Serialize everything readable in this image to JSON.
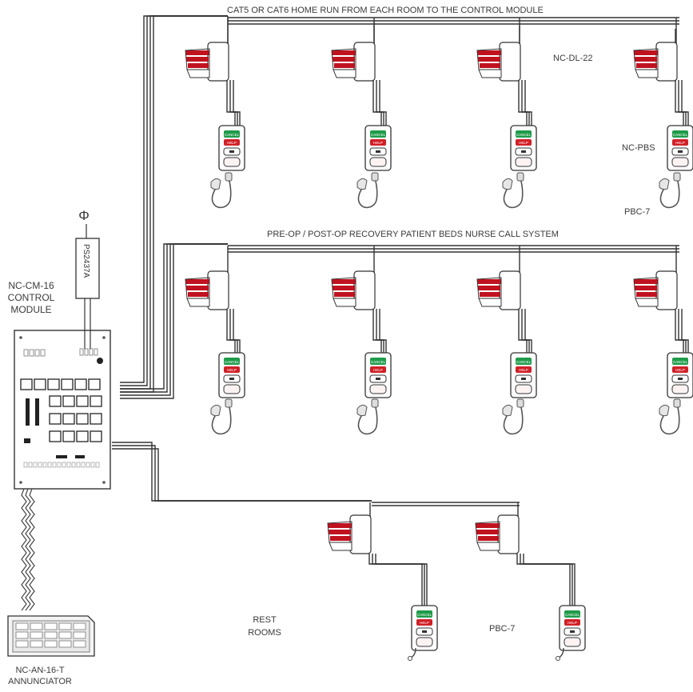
{
  "title_top": "CAT5 OR CAT6 HOME RUN FROM EACH ROOM TO THE CONTROL MODULE",
  "title_mid": "PRE-OP / POST-OP RECOVERY PATIENT BEDS NURSE CALL SYSTEM",
  "label_dome_light": "NC-DL-22",
  "label_pbs": "NC-PBS",
  "label_pbc_top": "PBC-7",
  "label_pbc_bottom": "PBC-7",
  "control_module": {
    "line1": "NC-CM-16",
    "line2": "CONTROL",
    "line3": "MODULE"
  },
  "power_supply": "PS2437A",
  "power_symbol": "Φ",
  "annunciator": {
    "line1": "NC-AN-16-T",
    "line2": "ANNUNCIATOR"
  },
  "restrooms": {
    "line1": "REST",
    "line2": "ROOMS"
  },
  "station_labels": {
    "cancel": "CANCEL",
    "help": "HELP"
  },
  "colors": {
    "wire": "#333333",
    "dome_red": "#c0121f",
    "cancel_green": "#1f9b4a",
    "help_red": "#d11f26"
  }
}
